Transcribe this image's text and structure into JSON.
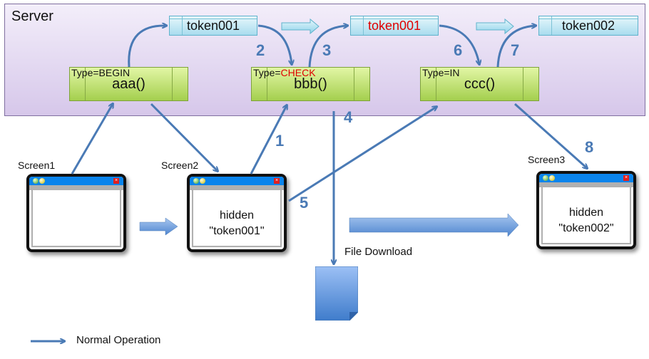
{
  "server": {
    "label": "Server"
  },
  "tokens": [
    {
      "text": "token001",
      "color": "#111111"
    },
    {
      "text": "token001",
      "color": "#e00000"
    },
    {
      "text": "token002",
      "color": "#111111"
    }
  ],
  "functions": [
    {
      "type_prefix": "Type=",
      "type_value": "BEGIN",
      "type_value_color": "#111111",
      "name": "aaa()"
    },
    {
      "type_prefix": "Type=",
      "type_value": "CHECK",
      "type_value_color": "#e00000",
      "name": "bbb()"
    },
    {
      "type_prefix": "Type=",
      "type_value": "IN",
      "type_value_color": "#111111",
      "name": "ccc()"
    }
  ],
  "screens": [
    {
      "label": "Screen1",
      "line1": "",
      "line2": ""
    },
    {
      "label": "Screen2",
      "line1": "hidden",
      "line2": "\"token001\""
    },
    {
      "label": "Screen3",
      "line1": "hidden",
      "line2": "\"token002\""
    }
  ],
  "step_numbers": [
    "1",
    "2",
    "3",
    "4",
    "5",
    "6",
    "7",
    "8"
  ],
  "file_download": {
    "label": "File Download"
  },
  "legend": {
    "label": "Normal Operation"
  },
  "colors": {
    "arrow": "#4a7ab5",
    "token_fill": "#a9dcee",
    "function_fill": "#a4cf4e",
    "server_fill": "#d6c7ea"
  }
}
